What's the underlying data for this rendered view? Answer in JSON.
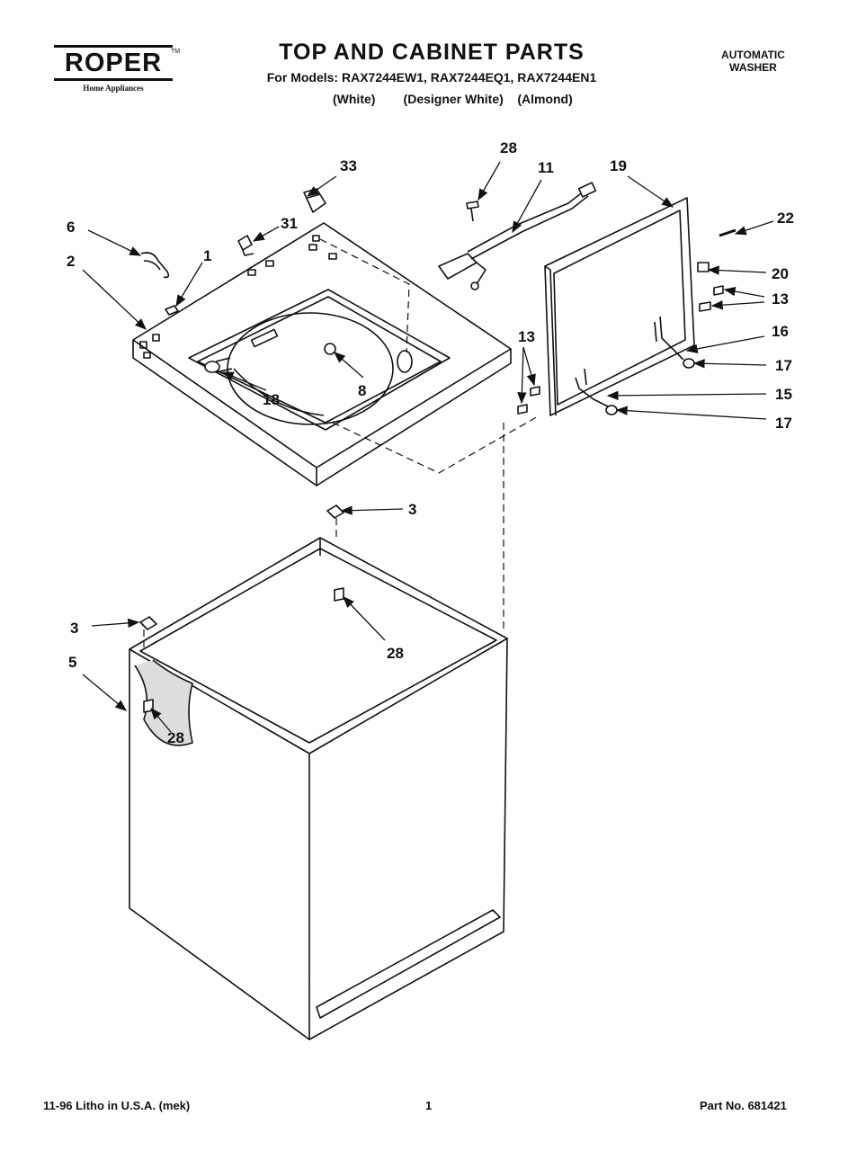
{
  "header": {
    "brand": "ROPER",
    "brand_tm": "TM",
    "brand_sub": "Home Appliances",
    "title": "TOP AND CABINET PARTS",
    "models_line": "For Models: RAX7244EW1,  RAX7244EQ1, RAX7244EN1",
    "colors_line": "(White)        (Designer White)    (Almond)",
    "product_type": "AUTOMATIC\nWASHER"
  },
  "callouts": {
    "c33": "33",
    "c28_top": "28",
    "c11": "11",
    "c19": "19",
    "c22": "22",
    "c6": "6",
    "c1": "1",
    "c31": "31",
    "c2": "2",
    "c20": "20",
    "c13_right": "13",
    "c16": "16",
    "c13_left": "13",
    "c17_upper": "17",
    "c15": "15",
    "c17_lower": "17",
    "c18": "18",
    "c8": "8",
    "c3_upper": "3",
    "c3_lower": "3",
    "c28_mid": "28",
    "c5": "5",
    "c28_low": "28"
  },
  "footer": {
    "litho": "11-96 Litho in U.S.A. (mek)",
    "page": "1",
    "part_no": "Part No. 681421"
  }
}
